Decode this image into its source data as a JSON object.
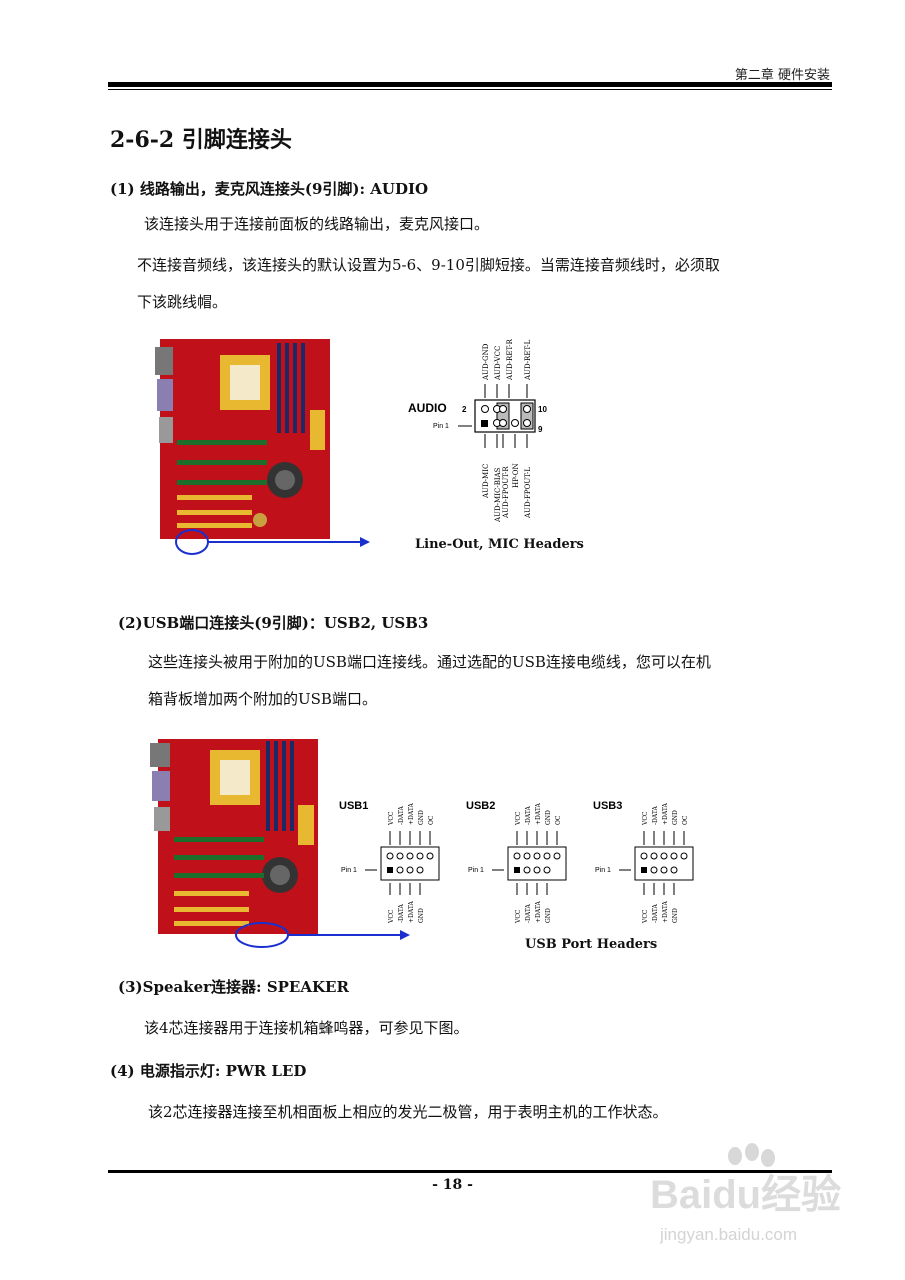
{
  "header": {
    "chapter": "第二章  硬件安装"
  },
  "section": {
    "title": "2-6-2  引脚连接头"
  },
  "audio": {
    "heading": "(1)  线路输出，麦克风连接头(9引脚): AUDIO",
    "para1": "该连接头用于连接前面板的线路输出，麦克风接口。",
    "para2_line1": "不连接音频线，该连接头的默认设置为5-6、9-10引脚短接。当需连接音频线时，必须取",
    "para2_line2": "下该跳线帽。",
    "diagram": {
      "label": "AUDIO",
      "pin_top_left": "2",
      "pin_top_right": "10",
      "pin_bottom_right": "9",
      "pin1": "Pin 1",
      "top_signals": [
        "AUD-GND",
        "AUD-VCC",
        "AUD-RET-R",
        "AUD-RET-L"
      ],
      "bottom_signals": [
        "AUD-MIC",
        "AUD-MIC-BIAS",
        "AUD-FPOUT-R",
        "HP-ON",
        "AUD-FPOUT-L"
      ],
      "caption": "Line-Out, MIC Headers"
    }
  },
  "usb": {
    "heading": "(2)USB端口连接头(9引脚)：USB2, USB3",
    "para_line1": "这些连接头被用于附加的USB端口连接线。通过选配的USB连接电缆线，您可以在机",
    "para_line2": "箱背板增加两个附加的USB端口。",
    "headers": [
      {
        "name": "USB1"
      },
      {
        "name": "USB2"
      },
      {
        "name": "USB3"
      }
    ],
    "pin1": "Pin 1",
    "top_signals": [
      "VCC",
      "-DATA",
      "+DATA",
      "GND",
      "OC"
    ],
    "bottom_signals": [
      "VCC",
      "-DATA",
      "+DATA",
      "GND"
    ],
    "caption": "USB Port Headers"
  },
  "speaker": {
    "heading": "(3)Speaker连接器: SPEAKER",
    "para": "该4芯连接器用于连接机箱蜂鸣器，可参见下图。"
  },
  "pwr": {
    "heading": "(4)  电源指示灯: PWR LED",
    "para": "该2芯连接器连接至机相面板上相应的发光二极管，用于表明主机的工作状态。"
  },
  "footer": {
    "page": "- 18 -"
  },
  "watermark": {
    "brand": "Baidu经验",
    "url": "jingyan.baidu.com"
  },
  "colors": {
    "board": "#c0101a",
    "arrow": "#1a2fd0",
    "gold": "#e8b830"
  }
}
